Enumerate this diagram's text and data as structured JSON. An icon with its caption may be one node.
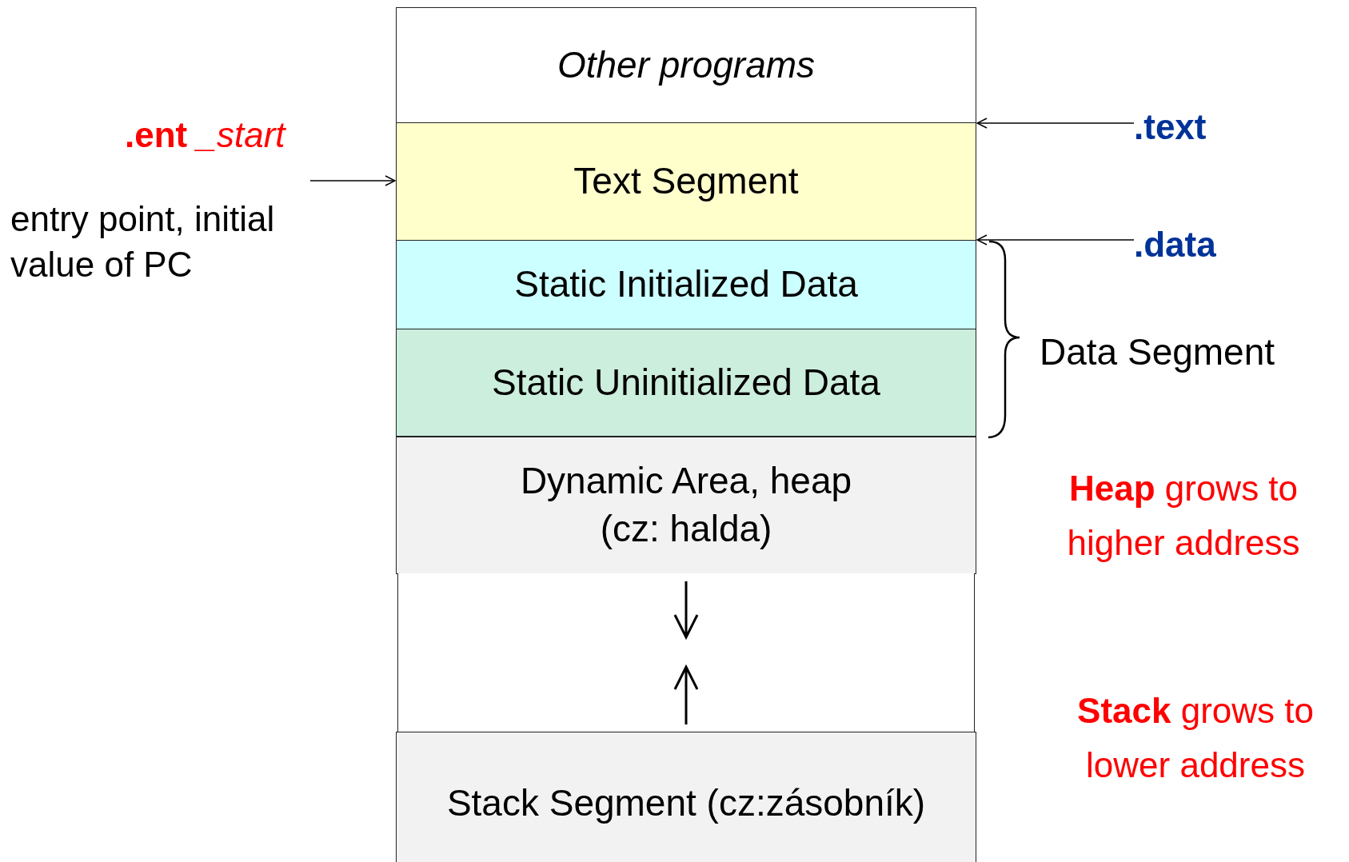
{
  "diagram": {
    "nodes": [
      {
        "text": [
          "Other programs"
        ]
      },
      {
        "text": [
          "Text Segment"
        ]
      },
      {
        "text": [
          "Static Initialized Data"
        ]
      },
      {
        "text": [
          "Static Uninitialized Data"
        ]
      },
      {
        "text": [
          "Dynamic Area, heap (cz: halda)"
        ]
      },
      {
        "text": [],
        "shape": "box"
      },
      {
        "text": [
          "Stack Segment (cz:zásobník)"
        ]
      },
      {
        "text": [
          "**.ent** *_start*",
          "entry point, initial value of PC"
        ]
      },
      {
        "text": [
          ".text"
        ]
      },
      {
        "text": [
          ".data"
        ]
      }
    ],
    "edges": [
      {
        "from": 7,
        "to": 1,
        "arrow": "to"
      },
      {
        "from": 8,
        "to": 1,
        "arrow": "to"
      },
      {
        "from": 9,
        "to": 2,
        "arrow": "to"
      }
    ],
    "labels": [
      "Data Segment",
      "**Heap** grows to higher address",
      "**Stack** grows to lower address"
    ]
  }
}
